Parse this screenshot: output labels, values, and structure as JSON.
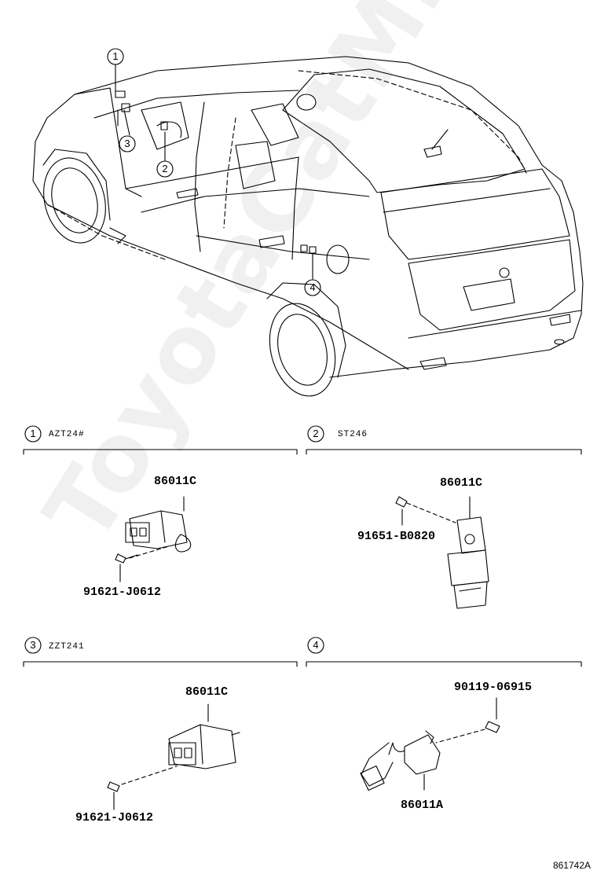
{
  "watermark": "ToyotaCatMine.ru",
  "diagram_code": "861742A",
  "callouts": [
    "1",
    "2",
    "3",
    "4"
  ],
  "sections": [
    {
      "number": "1",
      "model": "AZT24#",
      "parts": [
        "86011C",
        "91621-J0612"
      ]
    },
    {
      "number": "2",
      "model": "ST246",
      "parts": [
        "86011C",
        "91651-B0820"
      ]
    },
    {
      "number": "3",
      "model": "ZZT241",
      "parts": [
        "86011C",
        "91621-J0612"
      ]
    },
    {
      "number": "4",
      "model": "",
      "parts": [
        "90119-06915",
        "86011A"
      ]
    }
  ]
}
